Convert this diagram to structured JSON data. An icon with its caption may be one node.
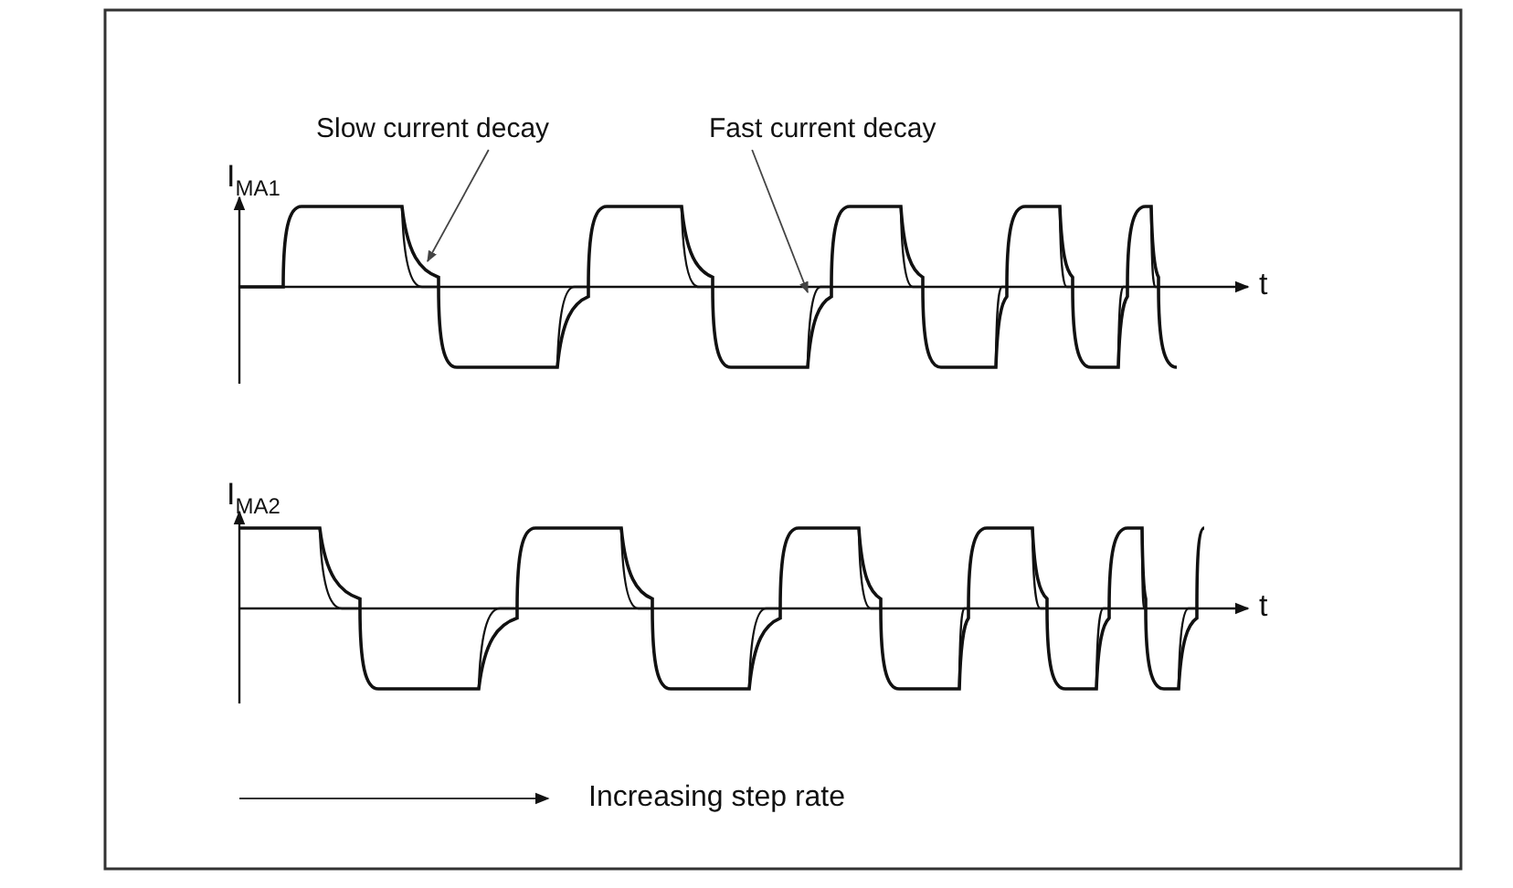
{
  "diagram": {
    "nodes": [
      {
        "text": [
          "Slow current decay"
        ]
      },
      {
        "text": [
          "Fast current decay"
        ]
      }
    ],
    "edges": [
      {
        "from": 0,
        "to": null,
        "arrow": "to"
      },
      {
        "from": 1,
        "to": null,
        "arrow": "to"
      }
    ],
    "labels": [
      "I$_{MA1}$",
      "t",
      "I$_{MA2}$",
      "t",
      "Increasing step rate"
    ]
  }
}
